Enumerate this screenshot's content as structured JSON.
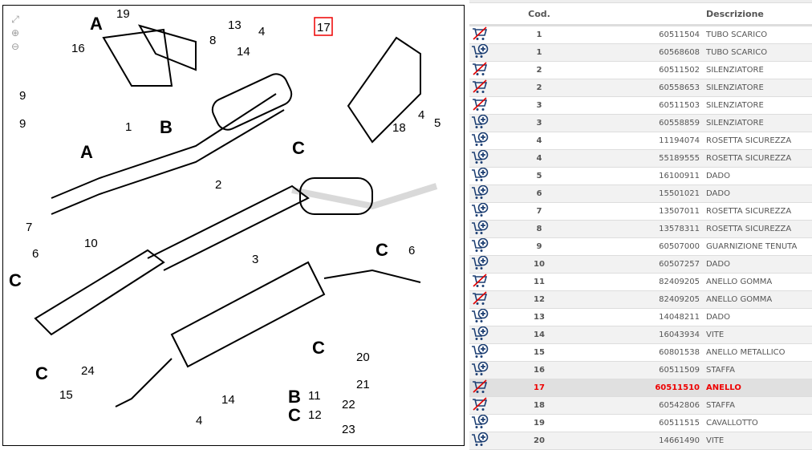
{
  "diagram": {
    "highlight": "17",
    "labels": [
      "19",
      "13",
      "8",
      "16",
      "A",
      "4",
      "14",
      "17",
      "9",
      "9",
      "1",
      "B",
      "A",
      "18",
      "4",
      "5",
      "C",
      "2",
      "7",
      "10",
      "C",
      "6",
      "6",
      "C",
      "3",
      "C",
      "C",
      "20",
      "21",
      "22",
      "23",
      "24",
      "15",
      "14",
      "4",
      "B",
      "11",
      "C",
      "12"
    ]
  },
  "tools": {
    "fit": "fit-icon",
    "zoom_in": "zoom-in-icon",
    "zoom_out": "zoom-out-icon"
  },
  "table": {
    "headers": {
      "code": "Cod.",
      "desc": "Descrizione"
    },
    "rows": [
      {
        "pos": "1",
        "code": "60511504",
        "desc": "TUBO SCARICO",
        "available": false
      },
      {
        "pos": "1",
        "code": "60568608",
        "desc": "TUBO SCARICO",
        "available": true
      },
      {
        "pos": "2",
        "code": "60511502",
        "desc": "SILENZIATORE",
        "available": false
      },
      {
        "pos": "2",
        "code": "60558653",
        "desc": "SILENZIATORE",
        "available": false
      },
      {
        "pos": "3",
        "code": "60511503",
        "desc": "SILENZIATORE",
        "available": false
      },
      {
        "pos": "3",
        "code": "60558859",
        "desc": "SILENZIATORE",
        "available": true
      },
      {
        "pos": "4",
        "code": "11194074",
        "desc": "ROSETTA SICUREZZA",
        "available": true
      },
      {
        "pos": "4",
        "code": "55189555",
        "desc": "ROSETTA SICUREZZA",
        "available": true
      },
      {
        "pos": "5",
        "code": "16100911",
        "desc": "DADO",
        "available": true
      },
      {
        "pos": "6",
        "code": "15501021",
        "desc": "DADO",
        "available": true
      },
      {
        "pos": "7",
        "code": "13507011",
        "desc": "ROSETTA SICUREZZA",
        "available": true
      },
      {
        "pos": "8",
        "code": "13578311",
        "desc": "ROSETTA SICUREZZA",
        "available": true
      },
      {
        "pos": "9",
        "code": "60507000",
        "desc": "GUARNIZIONE TENUTA",
        "available": true
      },
      {
        "pos": "10",
        "code": "60507257",
        "desc": "DADO",
        "available": true
      },
      {
        "pos": "11",
        "code": "82409205",
        "desc": "ANELLO GOMMA",
        "available": false
      },
      {
        "pos": "12",
        "code": "82409205",
        "desc": "ANELLO GOMMA",
        "available": false
      },
      {
        "pos": "13",
        "code": "14048211",
        "desc": "DADO",
        "available": true
      },
      {
        "pos": "14",
        "code": "16043934",
        "desc": "VITE",
        "available": true
      },
      {
        "pos": "15",
        "code": "60801538",
        "desc": "ANELLO METALLICO",
        "available": true
      },
      {
        "pos": "16",
        "code": "60511509",
        "desc": "STAFFA",
        "available": true
      },
      {
        "pos": "17",
        "code": "60511510",
        "desc": "ANELLO",
        "available": false,
        "selected": true
      },
      {
        "pos": "18",
        "code": "60542806",
        "desc": "STAFFA",
        "available": false
      },
      {
        "pos": "19",
        "code": "60511515",
        "desc": "CAVALLOTTO",
        "available": true
      },
      {
        "pos": "20",
        "code": "14661490",
        "desc": "VITE",
        "available": true
      }
    ]
  },
  "colors": {
    "selected": "#ee0000",
    "icon_blue": "#1d3f73",
    "icon_red": "#e00000"
  }
}
